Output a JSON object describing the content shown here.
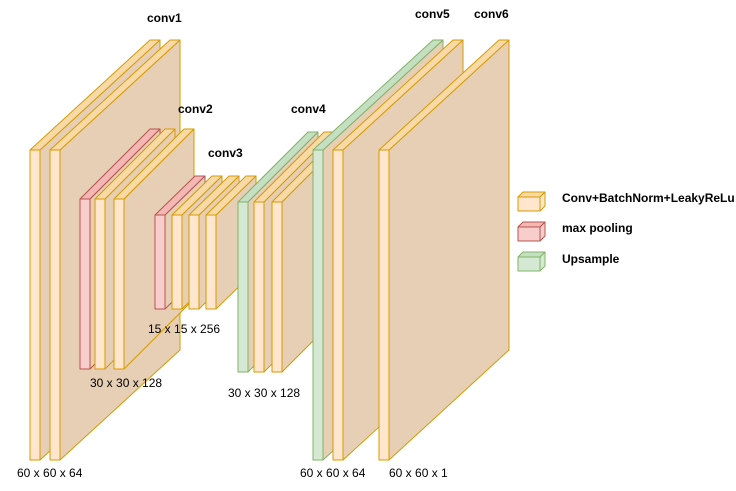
{
  "colors": {
    "conv": {
      "front": "#ffe6cc",
      "top": "#f8d9a8",
      "side": "#e6cfb4",
      "stroke": "#d79b00"
    },
    "pool": {
      "front": "#f8cecc",
      "top": "#f3b7b4",
      "side": "#e6cfb4",
      "stroke": "#b85450"
    },
    "up": {
      "front": "#d5e8d4",
      "top": "#c5dfc3",
      "side": "#e6cfb4",
      "stroke": "#82b366"
    }
  },
  "titles": {
    "conv1": "conv1",
    "conv2": "conv2",
    "conv3": "conv3",
    "conv4": "conv4",
    "conv5": "conv5",
    "conv6": "conv6"
  },
  "dims": {
    "d1": "60 x 60 x 64",
    "d2": "30 x 30 x 128",
    "d3": "15 x 15 x 256",
    "d4": "30 x 30 x 128",
    "d5": "60 x 60 x 64",
    "d6": "60 x 60 x 1"
  },
  "legend": [
    {
      "kind": "conv",
      "label": "Conv+BatchNorm+LeakyReLu"
    },
    {
      "kind": "pool",
      "label": "max pooling"
    },
    {
      "kind": "up",
      "label": "Upsample"
    }
  ]
}
